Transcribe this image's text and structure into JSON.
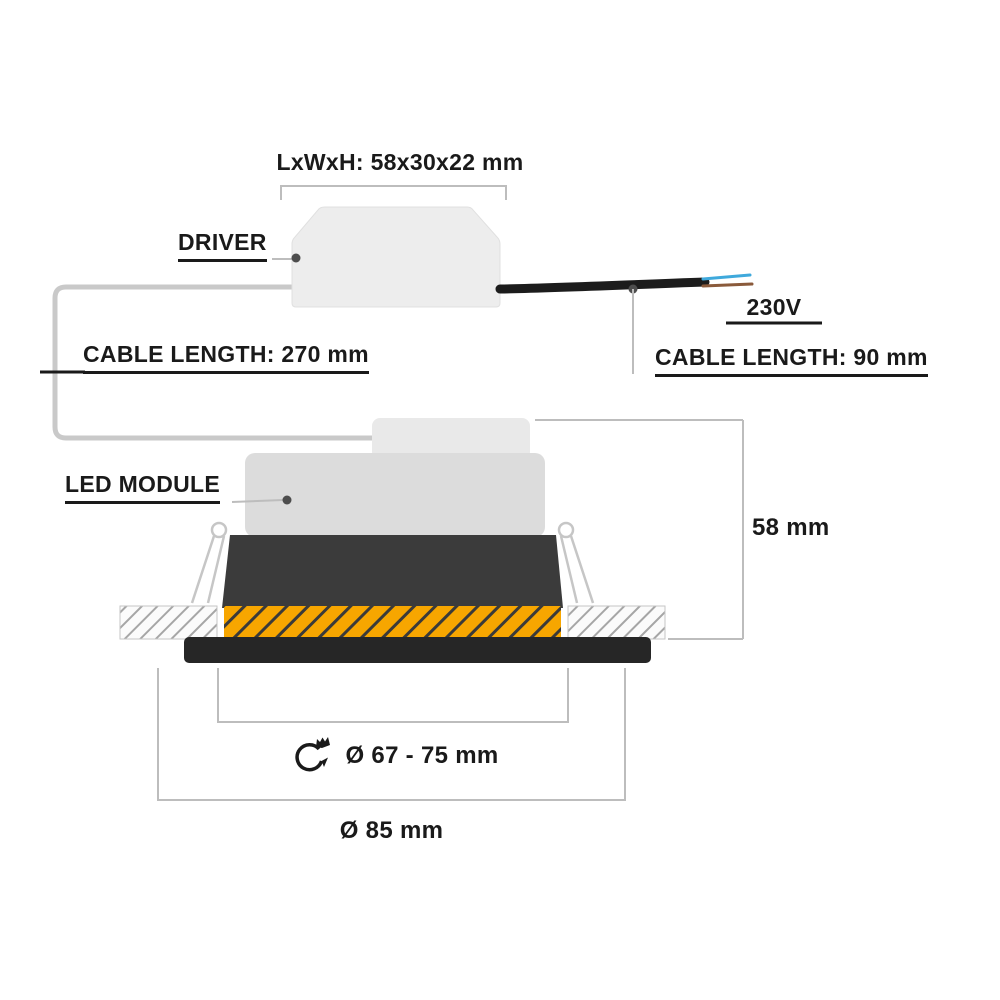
{
  "diagram": {
    "title_dims": "LxWxH: 58x30x22 mm",
    "driver_label": "DRIVER",
    "cable_270_label": "CABLE LENGTH: 270 mm",
    "cable_90_label": "CABLE LENGTH: 90 mm",
    "voltage_label": "230V",
    "led_module_label": "LED MODULE",
    "height_label": "58 mm",
    "cutout_label": "Ø 67 - 75 mm",
    "outer_label": "Ø 85 mm"
  },
  "icons": {
    "hole_saw": "hole-saw-icon"
  },
  "colors": {
    "text": "#1A1A1A",
    "accent_orange": "#F7A600",
    "hatch_stripe": "#3A3A3A",
    "body_dark": "#3B3B3B",
    "trim_dark": "#262626",
    "module_gray": "#DCDCDC",
    "driver_gray": "#EDEDED",
    "connector_gray": "#E9E9E9",
    "cable_gray": "#C9C9C9",
    "dim_line": "#BDBDBD",
    "ceiling_hatch": "#A6A6A6",
    "cable_black": "#1C1C1C",
    "wire_blue": "#3FA9DC",
    "wire_brown": "#8A5A3B",
    "dot": "#4D4D4D"
  }
}
